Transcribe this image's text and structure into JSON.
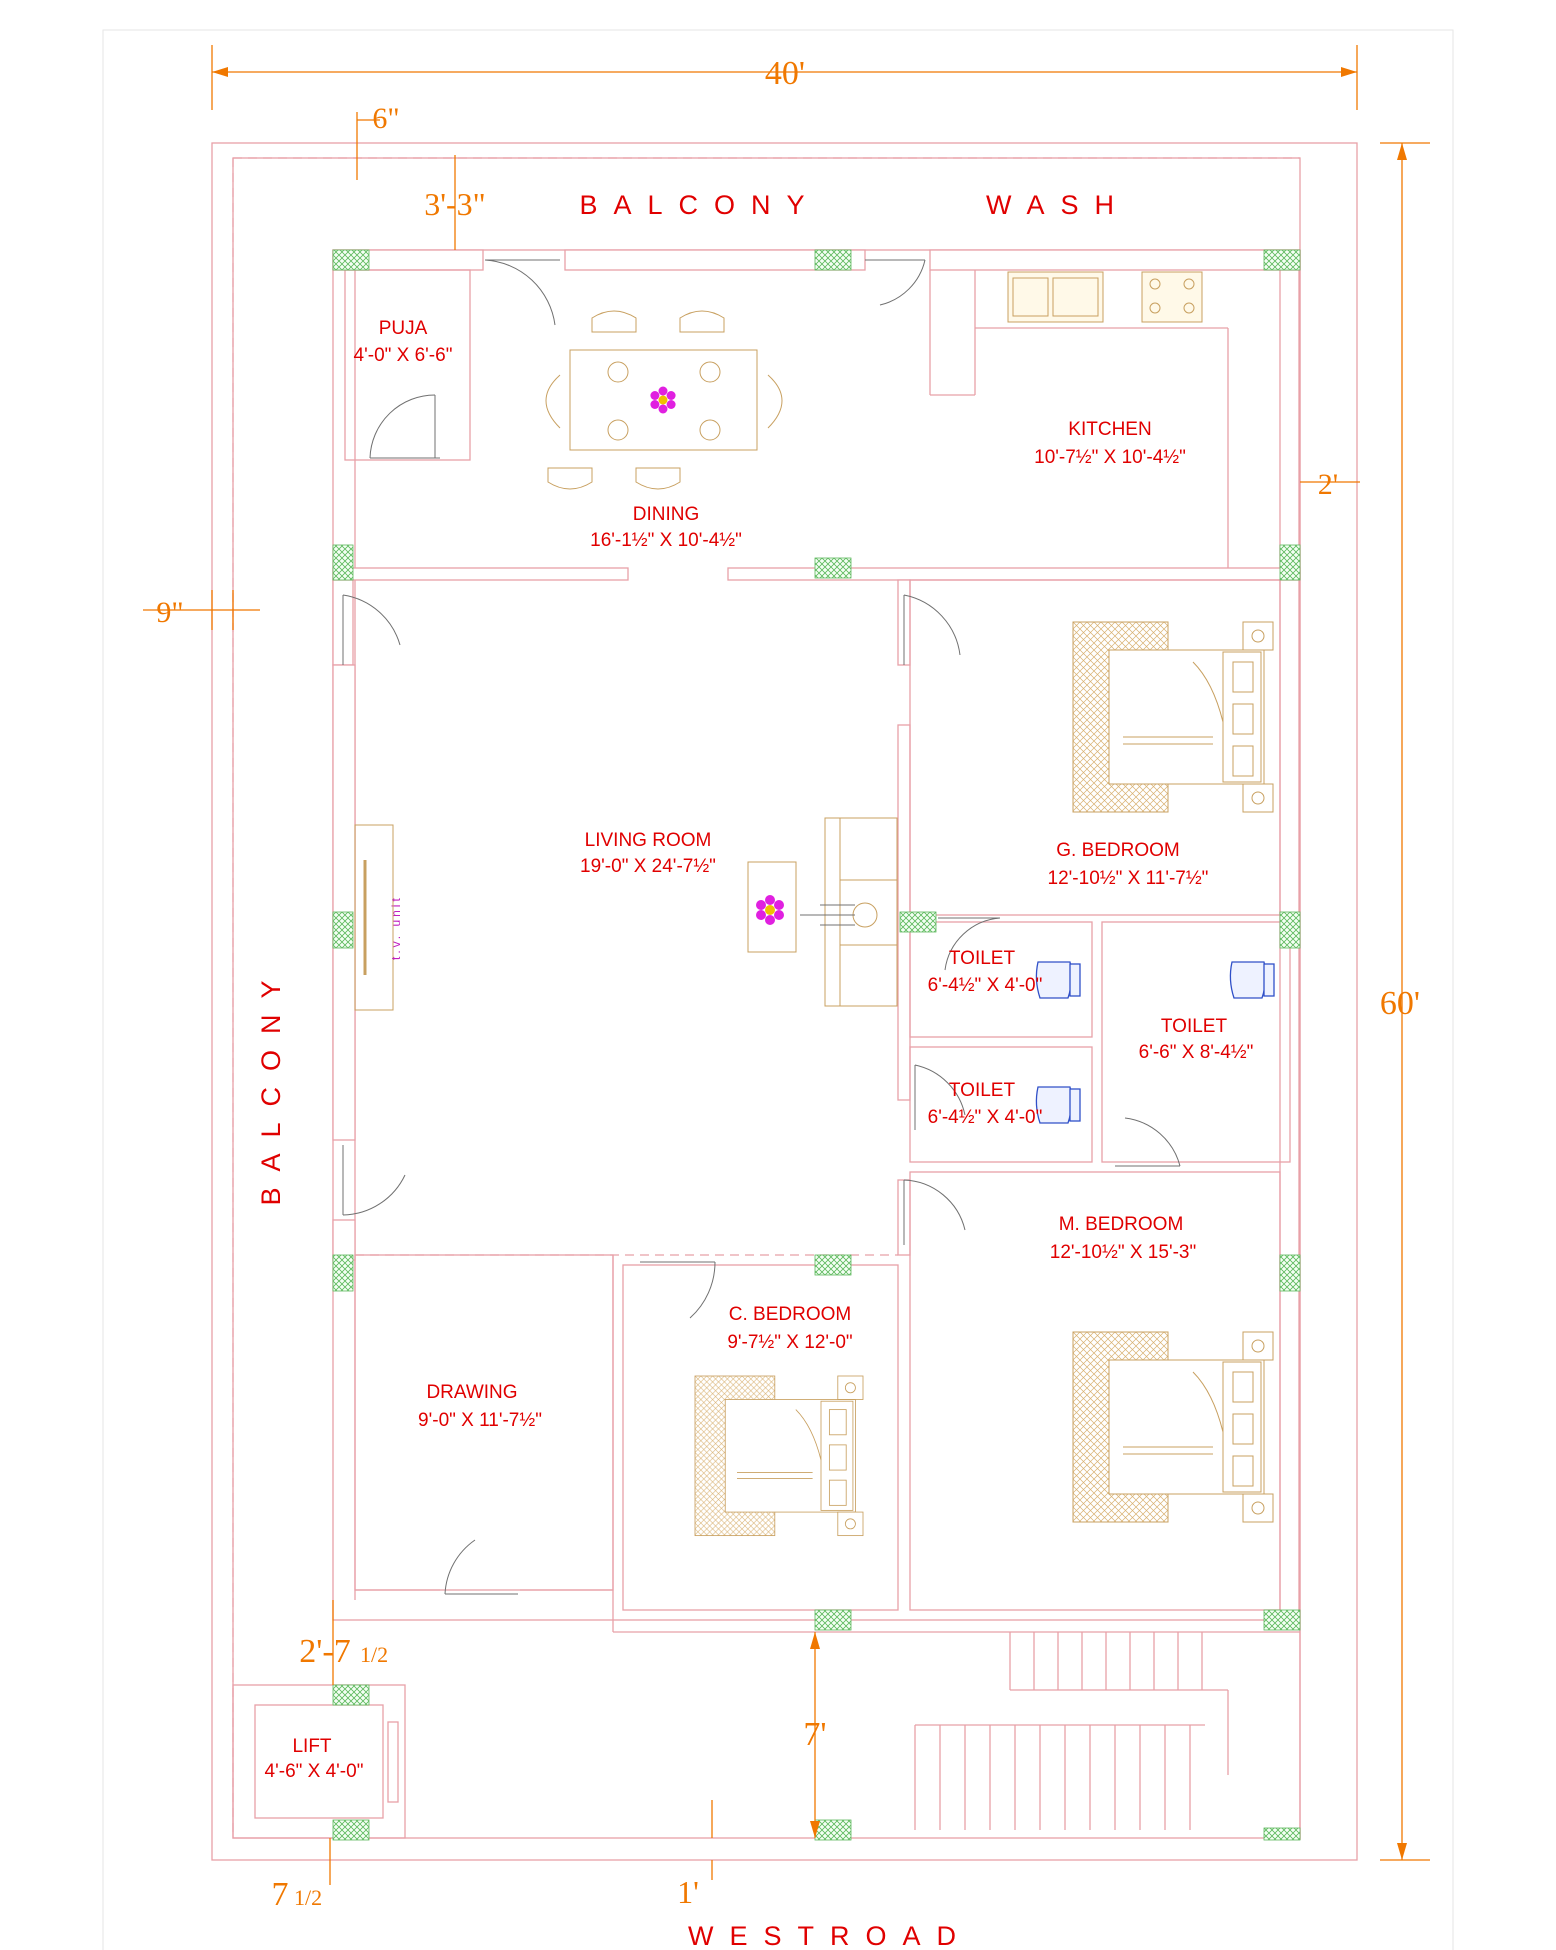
{
  "dimensions": {
    "top_width": "40'",
    "right_height": "60'",
    "top_left_gap": "6\"",
    "balcony_depth": "3'-3\"",
    "left_gap": "9\"",
    "right_gap": "2'",
    "lift_gap": "2'-7",
    "lift_gap_frac": "1/2",
    "front_setback": "7'",
    "bottom_left": "7",
    "bottom_left_frac": "1/2",
    "bottom_offset": "1'"
  },
  "labels": {
    "balcony_top": "BALCONY",
    "wash": "WASH",
    "balcony_left": "BALCONY",
    "road": "WESTROAD",
    "tv_unit": "t.v. unit"
  },
  "rooms": {
    "puja": {
      "name": "PUJA",
      "size": "4'-0\" X 6'-6\""
    },
    "dining": {
      "name": "DINING",
      "size": "16'-1½\" X 10'-4½\""
    },
    "kitchen": {
      "name": "KITCHEN",
      "size": "10'-7½\" X 10'-4½\""
    },
    "living": {
      "name": "LIVING ROOM",
      "size": "19'-0\" X 24'-7½\""
    },
    "g_bedroom": {
      "name": "G. BEDROOM",
      "size": "12'-10½\" X 11'-7½\""
    },
    "toilet1": {
      "name": "TOILET",
      "size": "6'-4½\" X 4'-0\""
    },
    "toilet2": {
      "name": "TOILET",
      "size": "6'-6\" X 8'-4½\""
    },
    "toilet3": {
      "name": "TOILET",
      "size": "6'-4½\" X 4'-0\""
    },
    "m_bedroom": {
      "name": "M. BEDROOM",
      "size": "12'-10½\" X 15'-3\""
    },
    "c_bedroom": {
      "name": "C. BEDROOM",
      "size": "9'-7½\" X 12'-0\""
    },
    "drawing": {
      "name": "DRAWING",
      "size": "9'-0\" X 11'-7½\""
    },
    "lift": {
      "name": "LIFT",
      "size": "4'-6\" X 4'-0\""
    }
  },
  "colors": {
    "wall": "#e8a0a8",
    "dimension": "#f07800",
    "label": "#e00000",
    "column_hatch": "#5cb85c",
    "furniture": "#c8a060",
    "fixture": "#3050c8",
    "flower": "#e020e0"
  }
}
